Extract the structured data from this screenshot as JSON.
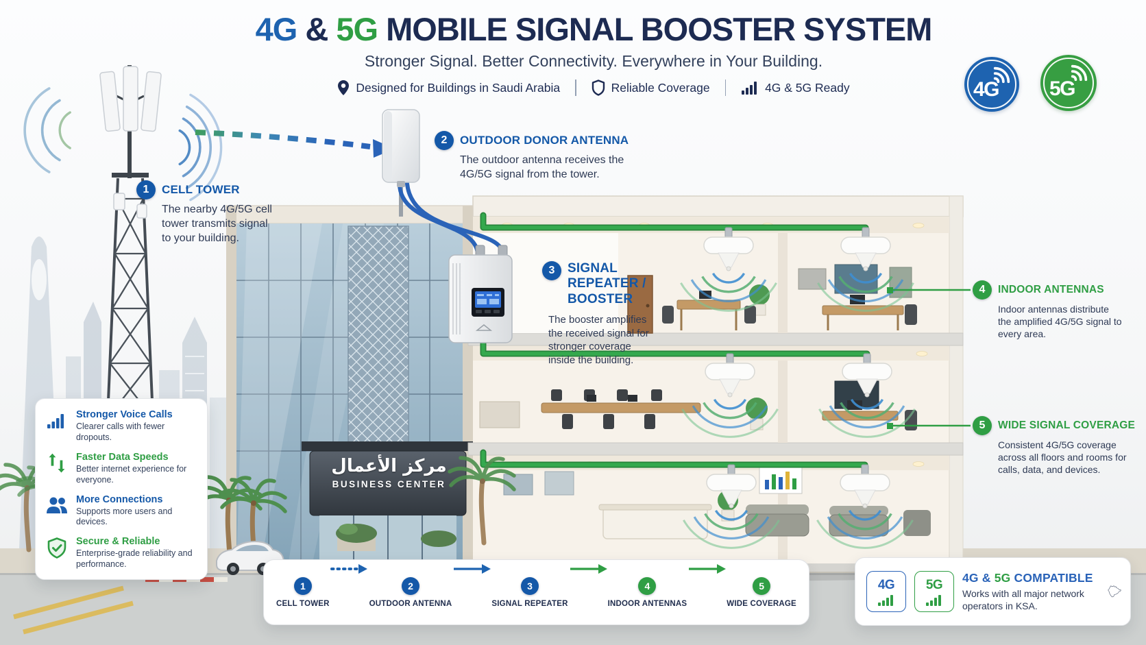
{
  "header": {
    "title": {
      "part_4g": "4G",
      "part_amp": " & ",
      "part_5g": "5G",
      "part_rest": " MOBILE SIGNAL BOOSTER SYSTEM"
    },
    "subtitle": "Stronger Signal. Better Connectivity. Everywhere in Your Building.",
    "features": [
      {
        "icon": "location-pin-icon",
        "label": "Designed for Buildings in Saudi Arabia"
      },
      {
        "icon": "shield-icon",
        "label": "Reliable Coverage"
      },
      {
        "icon": "signal-bars-icon",
        "label": "4G & 5G Ready"
      }
    ],
    "badge_4g": "4G",
    "badge_5g": "5G"
  },
  "colors": {
    "blue": "#1e63b0",
    "green": "#2f9e44",
    "navy": "#1d2b52"
  },
  "callouts": {
    "cell_tower": {
      "number": "1",
      "title": "CELL TOWER",
      "description": "The nearby 4G/5G cell tower transmits signal to your building."
    },
    "outdoor_antenna": {
      "number": "2",
      "title": "OUTDOOR DONOR ANTENNA",
      "description": "The outdoor antenna receives the 4G/5G signal from the tower."
    },
    "repeater": {
      "number": "3",
      "title": "SIGNAL REPEATER / BOOSTER",
      "description": "The booster amplifies the received signal for stronger coverage inside the building."
    },
    "indoor_antennas": {
      "number": "4",
      "title": "INDOOR ANTENNAS",
      "description": "Indoor antennas distribute the amplified 4G/5G signal to every area."
    },
    "coverage": {
      "number": "5",
      "title": "WIDE SIGNAL COVERAGE",
      "description": "Consistent 4G/5G coverage across all floors and rooms for calls, data, and devices."
    }
  },
  "benefits": [
    {
      "icon": "signal-bars-icon",
      "title": "Stronger Voice Calls",
      "description": "Clearer calls with fewer dropouts."
    },
    {
      "icon": "arrows-up-down-icon",
      "title": "Faster Data Speeds",
      "description": "Better internet experience for everyone."
    },
    {
      "icon": "users-icon",
      "title": "More Connections",
      "description": "Supports more users and devices."
    },
    {
      "icon": "shield-check-icon",
      "title": "Secure & Reliable",
      "description": "Enterprise-grade reliability and performance."
    }
  ],
  "building": {
    "sign_arabic": "مركز الأعمال",
    "sign_english": "BUSINESS CENTER"
  },
  "timeline": [
    {
      "number": "1",
      "label": "CELL TOWER"
    },
    {
      "number": "2",
      "label": "OUTDOOR ANTENNA"
    },
    {
      "number": "3",
      "label": "SIGNAL REPEATER"
    },
    {
      "number": "4",
      "label": "INDOOR ANTENNAS"
    },
    {
      "number": "5",
      "label": "WIDE COVERAGE"
    }
  ],
  "compatibility": {
    "badge_4g": "4G",
    "badge_5g": "5G",
    "title_4g": "4G",
    "title_amp": " & ",
    "title_5g": "5G",
    "title_rest": " COMPATIBLE",
    "description": "Works with all major network operators in KSA."
  }
}
